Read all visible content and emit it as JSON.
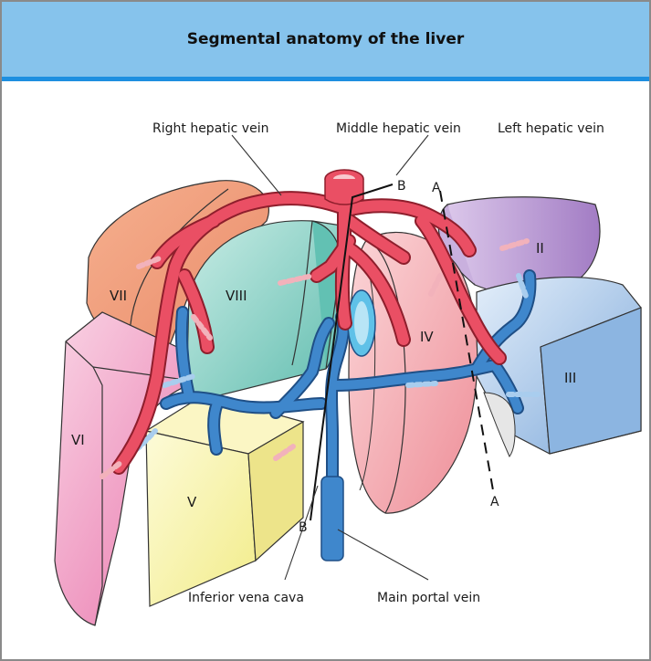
{
  "header": {
    "title": "Segmental anatomy of the liver"
  },
  "labels": {
    "right_hepatic_vein": "Right hepatic vein",
    "middle_hepatic_vein": "Middle hepatic vein",
    "left_hepatic_vein": "Left hepatic vein",
    "inferior_vena_cava": "Inferior vena cava",
    "main_portal_vein": "Main portal vein"
  },
  "planes": {
    "a_top": "A",
    "a_bottom": "A",
    "b_top": "B",
    "b_bottom": "B"
  },
  "segments": {
    "ii": "II",
    "iii": "III",
    "iv": "IV",
    "v": "V",
    "vi": "VI",
    "vii": "VII",
    "viii": "VIII"
  },
  "colors": {
    "header_bg": "#86c3ec",
    "header_rule": "#1e8fe0",
    "hepatic_vein": "#ea4f64",
    "portal_vein": "#3f87cc",
    "seg_ii": "#b48fcd",
    "seg_iii": "#8db6e0",
    "seg_iv": "#f3a8ae",
    "seg_v": "#f6f2a0",
    "seg_vi": "#ee85b4",
    "seg_vii": "#f2a27e",
    "seg_viii": "#7fcfc3"
  }
}
